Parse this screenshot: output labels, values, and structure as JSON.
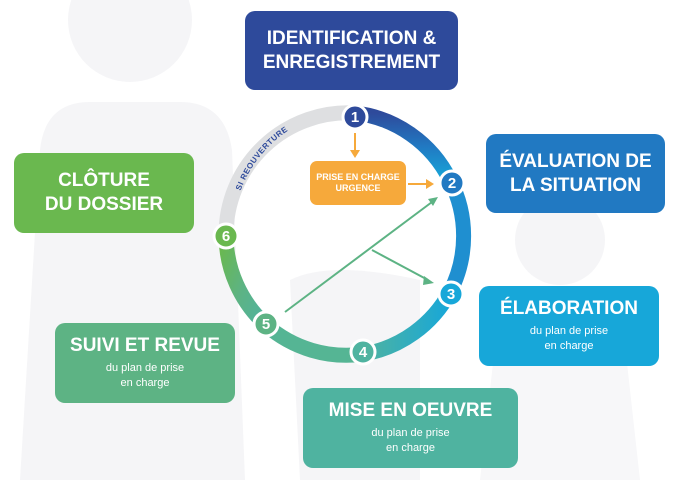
{
  "steps": [
    {
      "number": "1",
      "title_line1": "IDENTIFICATION &",
      "title_line2": "ENREGISTREMENT",
      "color": "#2e4a9b"
    },
    {
      "number": "2",
      "title_line1": "ÉVALUATION DE",
      "title_line2": "LA SITUATION",
      "color": "#2179c2"
    },
    {
      "number": "3",
      "title": "ÉLABORATION",
      "subtitle_line1": "du plan de prise",
      "subtitle_line2": "en charge",
      "color": "#17a7d9"
    },
    {
      "number": "4",
      "title": "MISE EN OEUVRE",
      "subtitle_line1": "du plan de prise",
      "subtitle_line2": "en charge",
      "color": "#4fb3a0"
    },
    {
      "number": "5",
      "title": "SUIVI ET REVUE",
      "subtitle_line1": "du plan de prise",
      "subtitle_line2": "en charge",
      "color": "#5db384"
    },
    {
      "number": "6",
      "title_line1": "CLÔTURE",
      "title_line2": "DU DOSSIER",
      "color": "#6ab84f"
    }
  ],
  "urgent": {
    "line1": "PRISE EN CHARGE",
    "line2": "URGENCE",
    "color": "#f6a93b"
  },
  "reopen_label": "SI REOUVERTURE",
  "colors": {
    "reopen_arc": "#dedfe1",
    "arrow_green": "#5db384",
    "arrow_orange": "#f6a93b",
    "silhouette": "#f5f5f7"
  }
}
